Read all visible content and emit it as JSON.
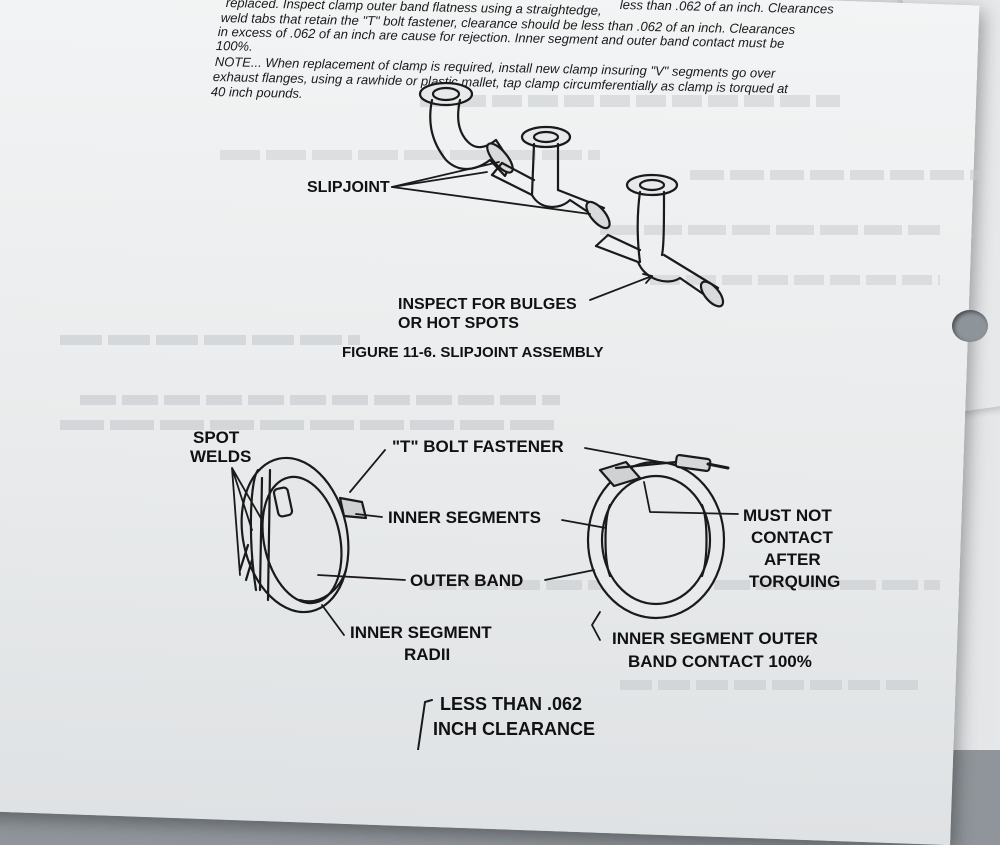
{
  "body_text": {
    "line1": "replaced. Inspect clamp outer band flatness using a straightedge,",
    "line1b": "less than .062 of an inch. Clearances",
    "line2": "weld tabs that retain the \"T\" bolt fastener, clearance should be less than .062 of an inch. Clearances",
    "line3": "in excess of .062 of an inch are cause for rejection. Inner segment and outer band contact must be",
    "line4": "100%.",
    "note1": "NOTE... When replacement of clamp is required, install new clamp insuring \"V\" segments go over",
    "note2": "exhaust flanges, using a rawhide or plastic mallet, tap clamp circumferentially as clamp is torqued at",
    "note3": "40 inch pounds."
  },
  "figure_11_6": {
    "label_slipjoint": "SLIPJOINT",
    "label_inspect_1": "INSPECT FOR BULGES",
    "label_inspect_2": "OR HOT SPOTS",
    "caption": "FIGURE 11-6. SLIPJOINT ASSEMBLY"
  },
  "clamp_figure": {
    "spot_welds_1": "SPOT",
    "spot_welds_2": "WELDS",
    "t_bolt": "\"T\" BOLT FASTENER",
    "inner_segments": "INNER SEGMENTS",
    "outer_band": "OUTER BAND",
    "inner_segment_radii_1": "INNER SEGMENT",
    "inner_segment_radii_2": "RADII",
    "must_not_1": "MUST NOT",
    "must_not_2": "CONTACT",
    "must_not_3": "AFTER",
    "must_not_4": "TORQUING",
    "contact_1": "INNER SEGMENT OUTER",
    "contact_2": "BAND CONTACT 100%",
    "clearance_1": "LESS THAN .062",
    "clearance_2": "INCH CLEARANCE"
  }
}
